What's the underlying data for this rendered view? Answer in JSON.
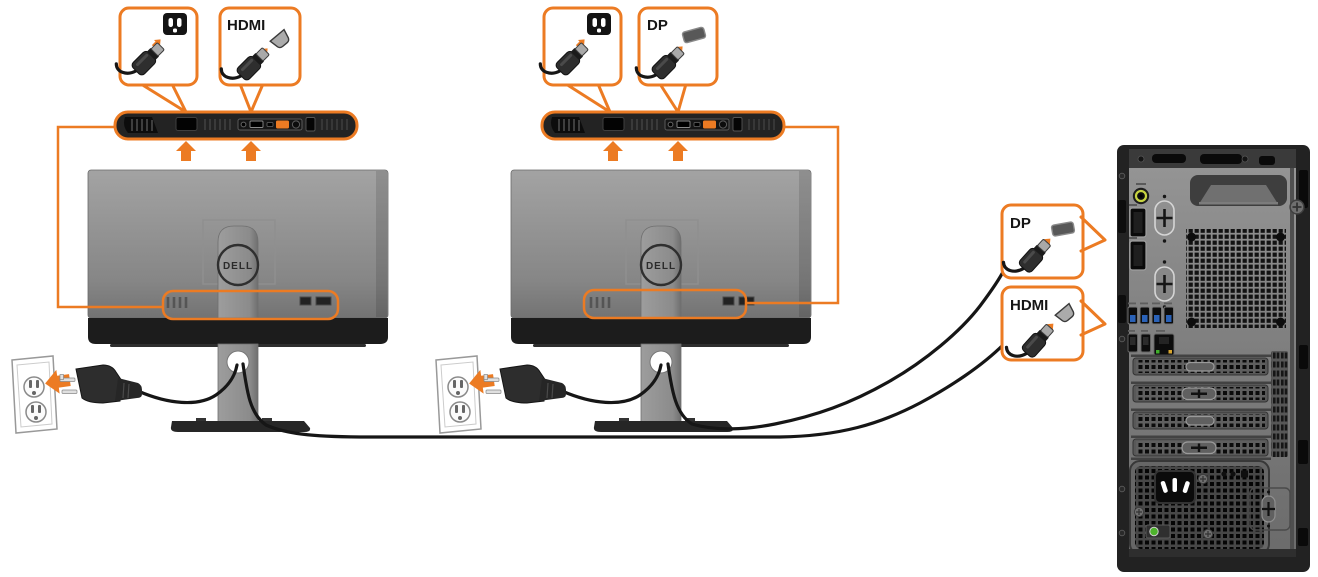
{
  "diagram": {
    "description": "Dual-monitor connection diagram: two Dell monitors connected to a desktop tower PC with DP and HDMI cables and power cords",
    "colors": {
      "accent_orange": "#EC7B23",
      "cable_black": "#161616",
      "monitor_gray": "#8f8f8f",
      "pc_panel_gray": "#7d7d7d",
      "usb_blue": "#2a62b8",
      "audio_jack_green": "#c8d441",
      "power_led_green": "#4db32b"
    },
    "monitor_left": {
      "logo": "DELL",
      "power_callout": {
        "icon": "power-plug-into-outlet-icon"
      },
      "video_callout": {
        "label": "HDMI",
        "icon": "hdmi-connector-icon"
      }
    },
    "monitor_right": {
      "logo": "DELL",
      "power_callout": {
        "icon": "power-plug-into-outlet-icon"
      },
      "video_callout": {
        "label": "DP",
        "icon": "dp-connector-icon"
      }
    },
    "pc": {
      "callouts": [
        {
          "label": "DP",
          "icon": "dp-connector-icon"
        },
        {
          "label": "HDMI",
          "icon": "hdmi-connector-icon"
        }
      ]
    }
  }
}
